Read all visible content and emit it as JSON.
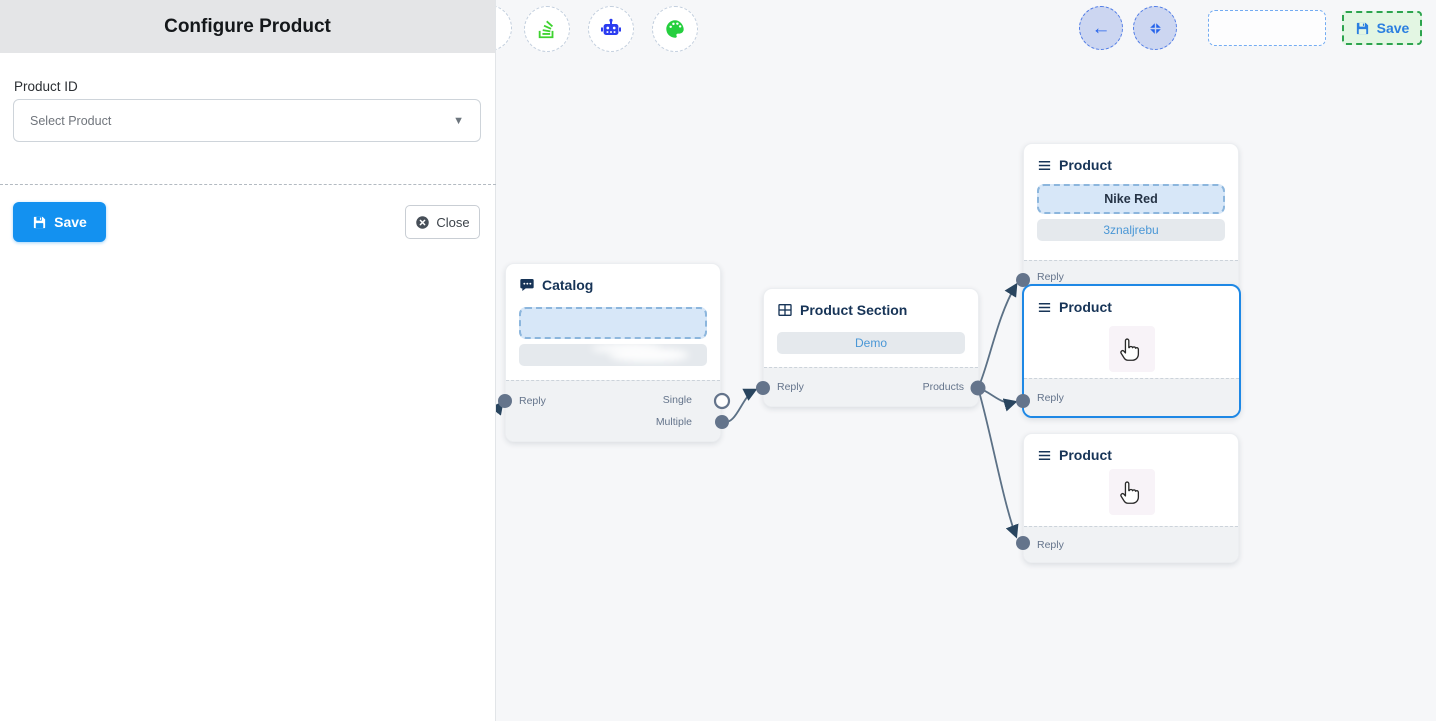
{
  "panel": {
    "title": "Configure Product",
    "product_id_label": "Product ID",
    "select_placeholder": "Select Product",
    "save_label": "Save",
    "close_label": "Close"
  },
  "toolbar": {
    "left_icons": [
      "stack-icon",
      "robot-icon",
      "palette-icon"
    ],
    "back_icon": "left-arrow",
    "fit_icon": "compress-arrows",
    "save_label": "Save"
  },
  "nodes": {
    "catalog": {
      "title": "Catalog",
      "reply_label": "Reply",
      "single_label": "Single",
      "multiple_label": "Multiple"
    },
    "product_section": {
      "title": "Product Section",
      "body_value": "Demo",
      "reply_label": "Reply",
      "products_label": "Products"
    },
    "product1": {
      "title": "Product",
      "field1": "Nike Red",
      "field2": "3znaljrebu",
      "reply_label": "Reply"
    },
    "product2": {
      "title": "Product",
      "reply_label": "Reply"
    },
    "product3": {
      "title": "Product",
      "reply_label": "Reply"
    }
  },
  "colors": {
    "primary_blue": "#1391f0",
    "selected_border": "#1e88e5",
    "edge": "#5c7186",
    "handle": "#64748b",
    "toolbar_green": "#3ed32f",
    "robot_blue": "#2b3cf0",
    "save_green_border": "#2da44e",
    "link_blue": "#4a97d6"
  }
}
